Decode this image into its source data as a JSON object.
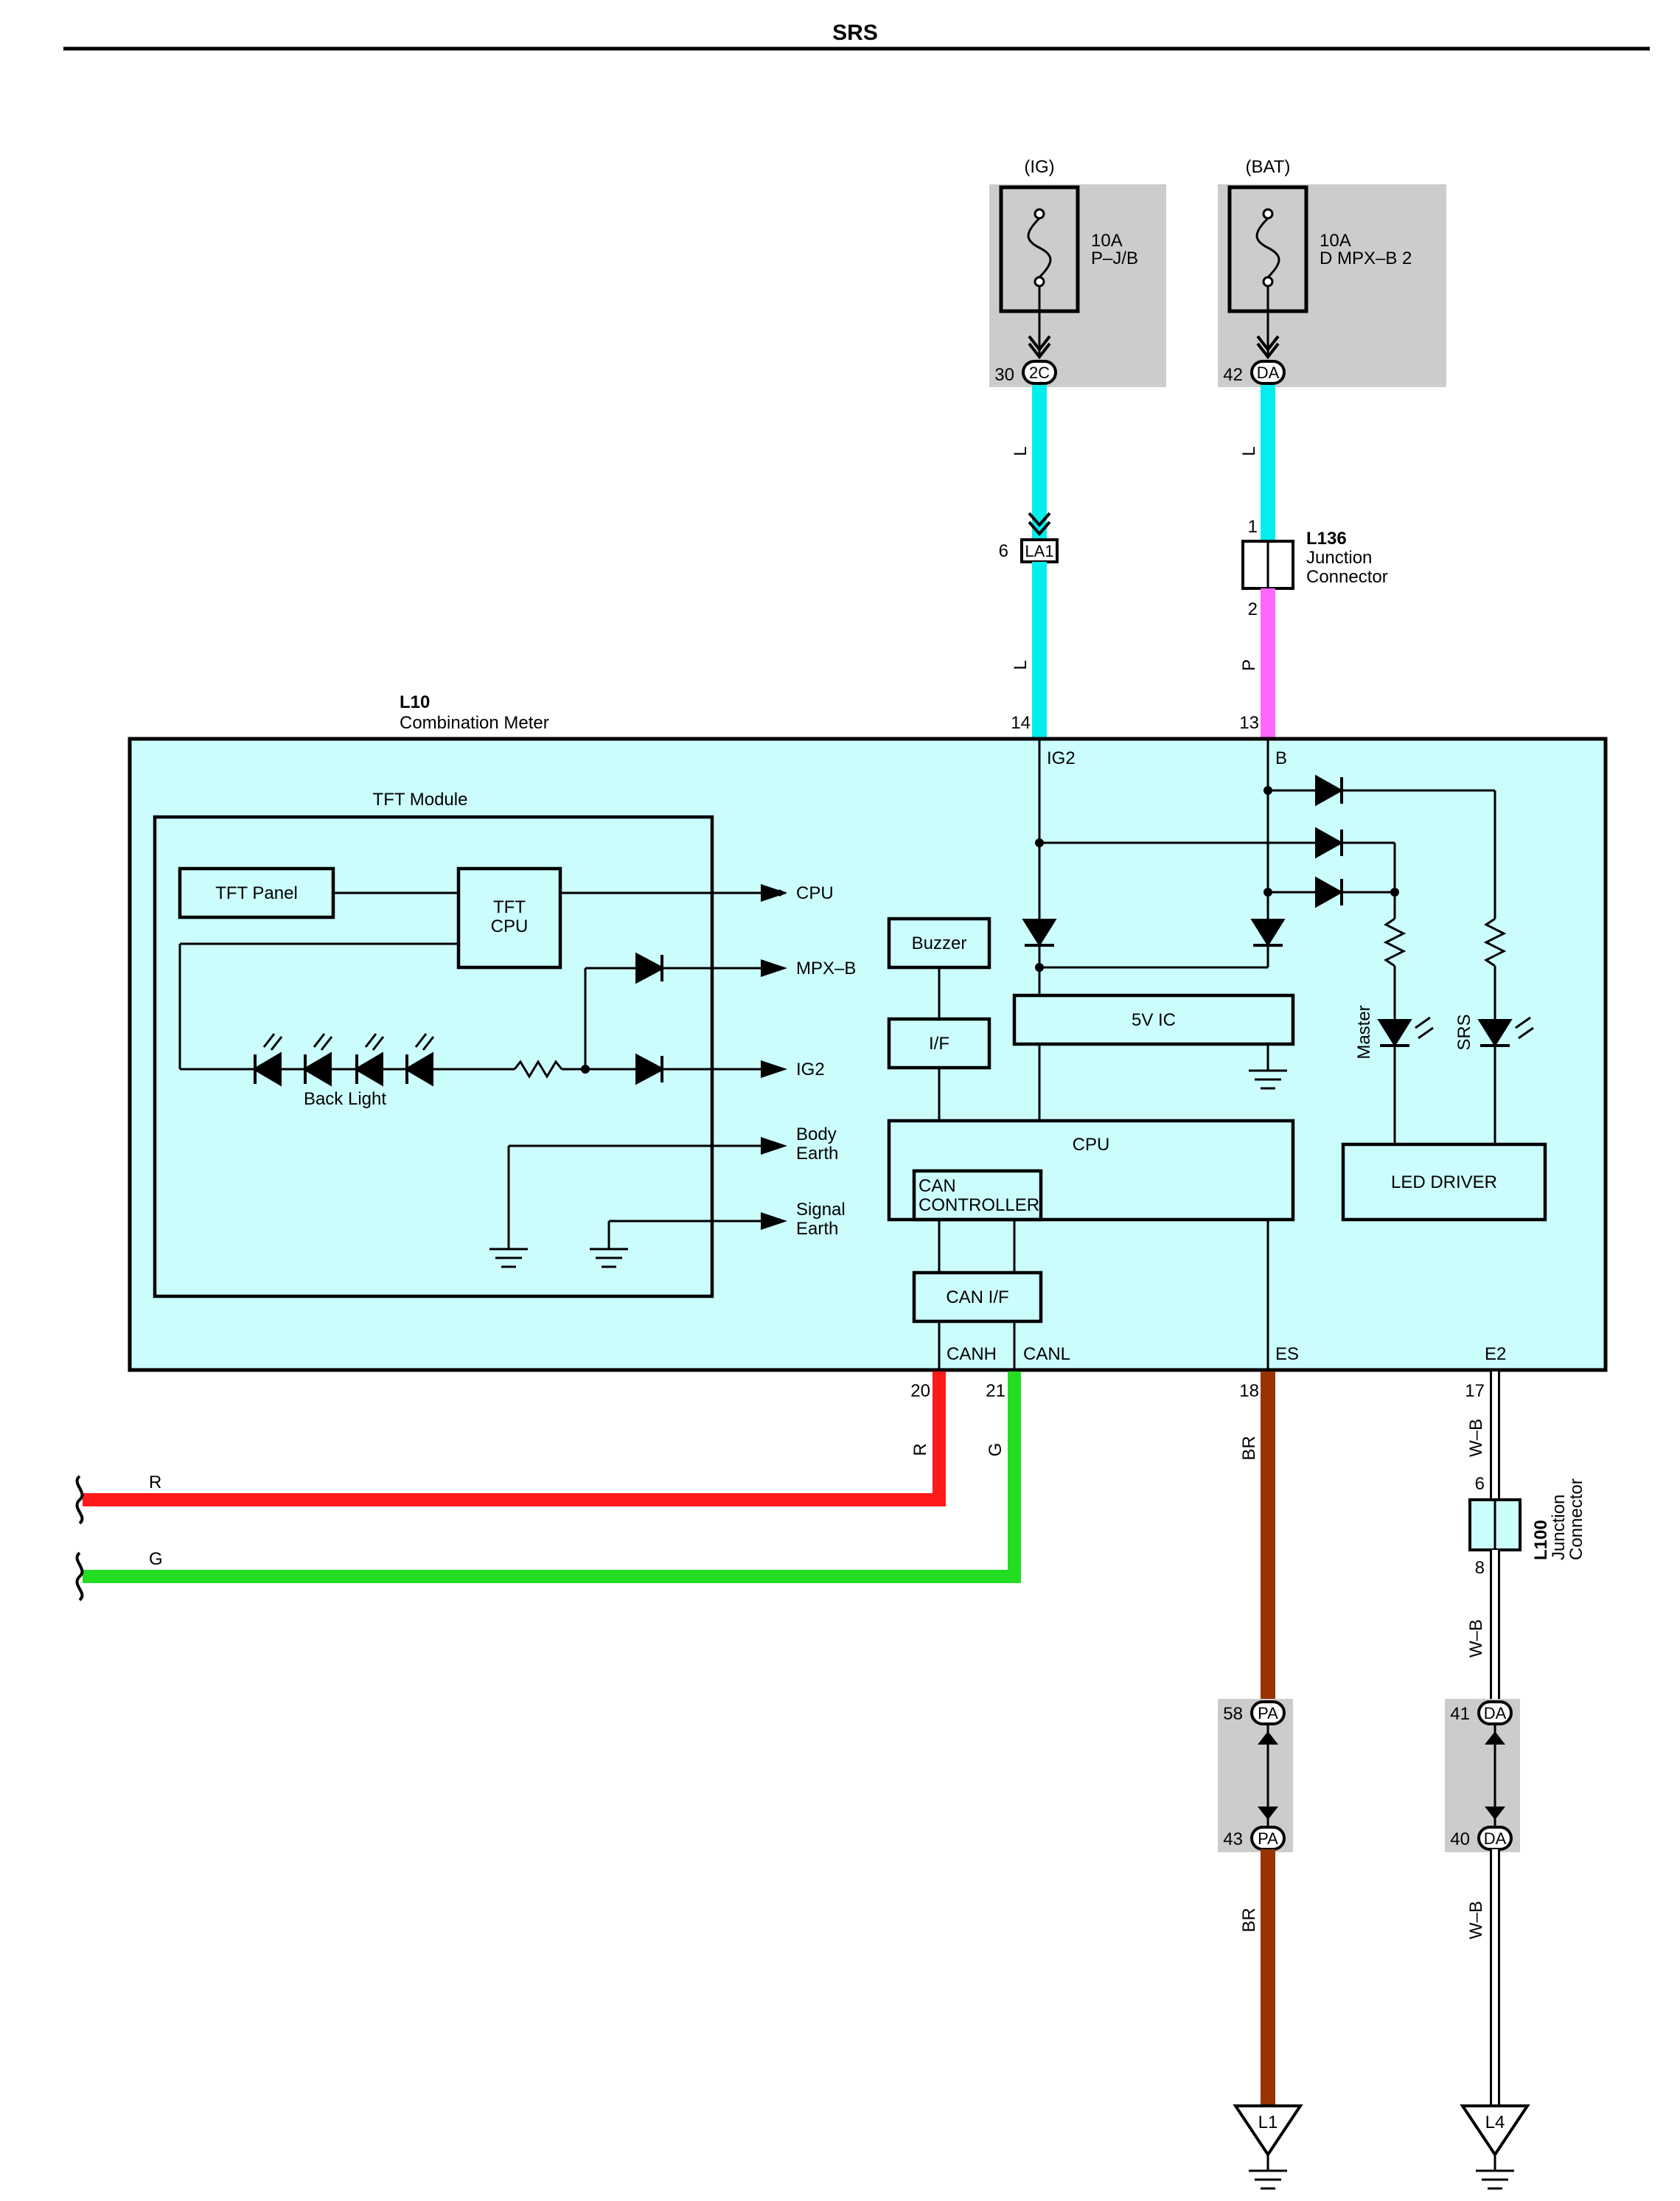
{
  "page": {
    "title": "SRS"
  },
  "colors": {
    "meter_fill": "#ccfdfd",
    "fuse_box_fill": "#cccccc",
    "wire_L": "#00eeee",
    "wire_P": "#ff66ff",
    "wire_R": "#ff1a1a",
    "wire_G": "#22dd22",
    "wire_BR": "#993300",
    "wire_WB": "#ffffff"
  },
  "fuses": [
    {
      "source": "(IG)",
      "rating": "10A",
      "name": "P–J/B",
      "pin": "30",
      "connector": "2C"
    },
    {
      "source": "(BAT)",
      "rating": "10A",
      "name": "D MPX–B 2",
      "pin": "42",
      "connector": "DA"
    }
  ],
  "connectors": {
    "la1": {
      "pin": "6",
      "name": "LA1"
    },
    "l136": {
      "id": "L136",
      "line1": "Junction",
      "line2": "Connector",
      "pin_in": "1",
      "pin_out": "2"
    },
    "l100": {
      "id": "L100",
      "line1": "Junction",
      "line2": "Connector",
      "pin_in": "6",
      "pin_out": "8"
    },
    "pa_top": {
      "pin": "58",
      "name": "PA"
    },
    "pa_bottom": {
      "pin": "43",
      "name": "PA"
    },
    "da_top": {
      "pin": "41",
      "name": "DA"
    },
    "da_bottom": {
      "pin": "40",
      "name": "DA"
    }
  },
  "wire_colors": {
    "l_upper_left": "L",
    "l_lower_left": "L",
    "l_upper_right": "L",
    "p_right": "P",
    "r": "R",
    "g": "G",
    "r_left": "R",
    "g_left": "G",
    "br_upper": "BR",
    "br_lower": "BR",
    "wb_1": "W–B",
    "wb_2": "W–B",
    "wb_3": "W–B"
  },
  "meter": {
    "id": "L10",
    "name": "Combination Meter",
    "pins": {
      "ig2_num": "14",
      "ig2": "IG2",
      "b_num": "13",
      "b": "B",
      "canh_num": "20",
      "canh": "CANH",
      "canl_num": "21",
      "canl": "CANL",
      "es_num": "18",
      "es": "ES",
      "e2_num": "17",
      "e2": "E2"
    }
  },
  "tft_module": {
    "title": "TFT Module",
    "panel": "TFT Panel",
    "cpu_line1": "TFT",
    "cpu_line2": "CPU",
    "back_light": "Back Light",
    "out_cpu": "CPU",
    "out_mpxb": "MPX–B",
    "out_ig2": "IG2",
    "body_earth_1": "Body",
    "body_earth_2": "Earth",
    "signal_earth_1": "Signal",
    "signal_earth_2": "Earth"
  },
  "blocks": {
    "buzzer": "Buzzer",
    "if": "I/F",
    "five_v_ic": "5V IC",
    "cpu": "CPU",
    "can_controller_1": "CAN",
    "can_controller_2": "CONTROLLER",
    "can_if": "CAN I/F",
    "led_driver": "LED DRIVER",
    "master": "Master",
    "srs": "SRS"
  },
  "grounds": {
    "l1": "L1",
    "l4": "L4"
  }
}
